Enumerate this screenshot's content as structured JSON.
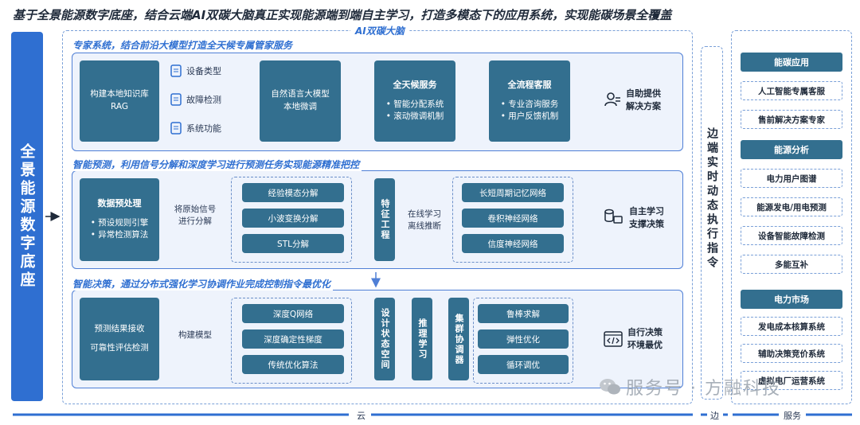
{
  "title": "基于全景能源数字底座，结合云端AI双碳大脑真正实现能源端到端自主学习，打造多模态下的应用系统，实现能碳场景全覆盖",
  "base_label": "全景能源数字底座",
  "ai_brain_label": "AI双碳大脑",
  "section1": {
    "label": "专家系统，结合前沿大模型打造全天候专属管家服务",
    "kb_box": [
      "构建本地知识库",
      "RAG"
    ],
    "docs": [
      "设备类型",
      "故障检测",
      "系统功能"
    ],
    "nlp_box": [
      "自然语言大模型",
      "本地微调"
    ],
    "allday_box": {
      "title": "全天候服务",
      "items": [
        "• 智能分配系统",
        "• 滚动微调机制"
      ]
    },
    "cs_box": {
      "title": "全流程客服",
      "items": [
        "• 专业咨询服务",
        "• 用户反馈机制"
      ]
    },
    "result": [
      "自助提供",
      "解决方案"
    ]
  },
  "section2": {
    "label": "智能预测，利用信号分解和深度学习进行预测任务实现能源精准把控",
    "pre_box": {
      "title": "数据预处理",
      "items": [
        "• 预设规则引擎",
        "• 异常检测算法"
      ]
    },
    "decomp_text": [
      "将原始信号",
      "进行分解"
    ],
    "decomp_items": [
      "经验模态分解",
      "小波变换分解",
      "STL分解"
    ],
    "feature": "特征工程",
    "learn_text": [
      "在线学习",
      "离线推断"
    ],
    "nets": [
      "长短周期记忆网络",
      "卷积神经网络",
      "信度神经网络"
    ],
    "result": [
      "自主学习",
      "支撑决策"
    ]
  },
  "section3": {
    "label": "智能决策，通过分布式强化学习协调作业完成控制指令最优化",
    "recv_box": [
      "预测结果接收",
      "可靠性评估检测"
    ],
    "model_text": "构建模型",
    "algos": [
      "深度Q网络",
      "深度确定性梯度",
      "传统优化算法"
    ],
    "v1": "设计状态空间",
    "v2": "推理学习",
    "v3": "集群协调器",
    "opts": [
      "鲁棒求解",
      "弹性优化",
      "循环调优"
    ],
    "result": [
      "自行决策",
      "环境最优"
    ]
  },
  "edge_label": "边端实时动态执行指令",
  "services": [
    {
      "head": "能碳应用",
      "items": [
        "人工智能专属客服",
        "售前解决方案专家"
      ]
    },
    {
      "head": "能源分析",
      "items": [
        "电力用户图谱",
        "能源发电/用电预测",
        "设备智能故障检测",
        "多能互补"
      ]
    },
    {
      "head": "电力市场",
      "items": [
        "发电成本核算系统",
        "辅助决策竞价系统",
        "虚拟电厂运营系统"
      ]
    }
  ],
  "footer": {
    "cloud": "云",
    "edge": "边",
    "service": "服务"
  },
  "watermark": "服务号 · 方融科技",
  "colors": {
    "accent": "#2f6fd1",
    "box": "#336f8f",
    "section_bg": "#eef3fc"
  }
}
